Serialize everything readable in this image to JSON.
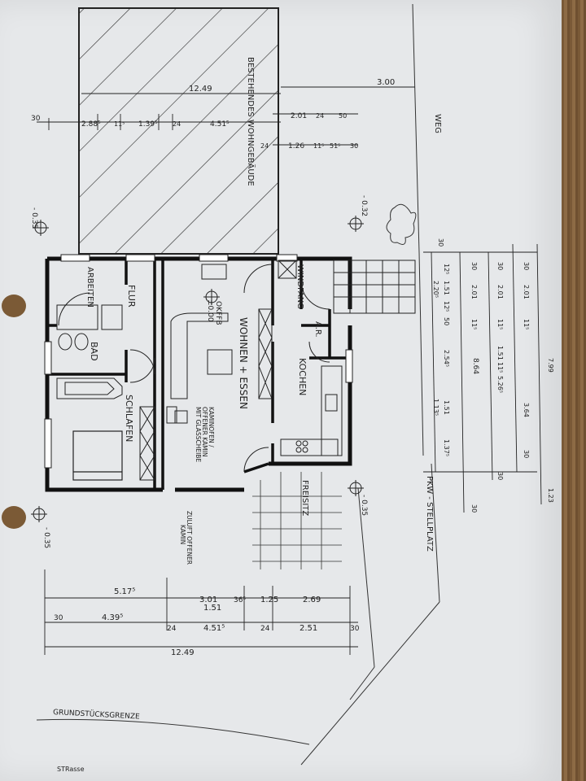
{
  "labels": {
    "bestehendes": "BESTEHENDES  WOHNGEBÄUDE",
    "weg": "WEG",
    "arbeiten": "ARBEITEN",
    "flur": "FLUR",
    "bad": "BAD",
    "schlafen": "SCHLAFEN",
    "wohnen": "WOHNEN + ESSEN",
    "okffb": "OKFFB",
    "okffb_val": "±0.00",
    "windfang": "WINDFANG",
    "ar": "A.R.",
    "kochen": "KOCHEN",
    "kamin1": "KAMINOFEN /",
    "kamin2": "OFFENER KAMIN",
    "kamin3": "MIT GLASSCHEIBE",
    "zuluft1": "ZULUFT OFFENER",
    "zuluft2": "KAMIN",
    "freisitz": "FREISITZ",
    "pkw": "PKW - STELLPLATZ",
    "grenze": "GRUNDSTÜCKSGRENZE",
    "strasse": "STRasse"
  },
  "levels": {
    "l1": "- 0.35",
    "l2": "- 0.32",
    "l3": "- 0.35",
    "l4": "- 0.35"
  },
  "dims_top": {
    "total": "12.49",
    "w300": "3.00",
    "d30a": "30",
    "d288": "2.88⁵",
    "d11": "11⁵",
    "d139": "1.39⁵",
    "d24a": "24",
    "d451": "4.51⁵",
    "d201": "2.01",
    "d24b": "24",
    "d50": "50",
    "d24c": "24",
    "d126": "1.26",
    "d1151": "11⁵",
    "d51": "51⁵",
    "d30b": "30"
  },
  "dims_right": {
    "a30": "30",
    "a125": "12⁵",
    "a151": "1.51",
    "a225": "12⁵",
    "a2205": "2.20⁵",
    "a50": "50",
    "a254": "2.54⁵",
    "a151b": "1.51",
    "a1135": "1.13⁵",
    "a1375": "1.37⁵",
    "a30c": "30",
    "b30": "30",
    "b201": "2.01",
    "b115": "11⁵",
    "b864": "8.64",
    "c30": "30",
    "c201": "2.01",
    "c115": "11⁵",
    "c151": "1.51",
    "c115b": "11⁵",
    "c5265": "5.26⁵",
    "c30b": "30",
    "d30": "30",
    "d201": "2.01",
    "d115": "11⁵",
    "d364": "3.64",
    "d30b": "30",
    "e799": "7.99",
    "e123": "1.23"
  },
  "dims_bottom": {
    "r1_517": "5.17⁵",
    "r1_301": "3.01",
    "r1_36": "36⁵",
    "r1_125": "1.25",
    "r1_269": "2.69",
    "r1_151": "1.51",
    "r2_30": "30",
    "r2_439": "4.39⁵",
    "r2_24": "24",
    "r2_451": "4.51⁵",
    "r2_24b": "24",
    "r2_251": "2.51",
    "r2_30b": "30",
    "r3_1249": "12.49"
  }
}
